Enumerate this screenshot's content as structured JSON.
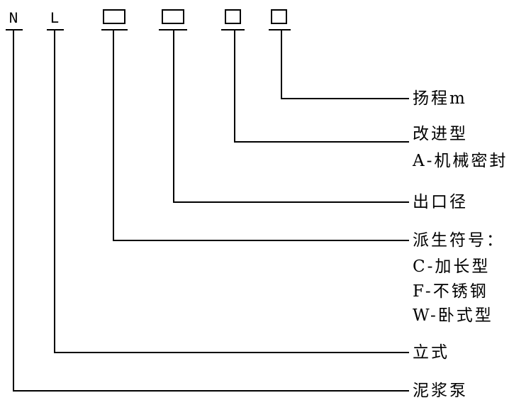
{
  "code": {
    "letter_n": "N",
    "letter_l": "L"
  },
  "labels": {
    "head": "扬程m",
    "improved": "改进型",
    "seal": "A-机械密封",
    "outlet": "出口径",
    "derived": "派生符号：",
    "long": "C-加长型",
    "stainless": "F-不锈钢",
    "horizontal": "W-卧式型",
    "vertical": "立式",
    "pump": "泥浆泵"
  },
  "colors": {
    "line": "#000000",
    "background": "#ffffff"
  }
}
